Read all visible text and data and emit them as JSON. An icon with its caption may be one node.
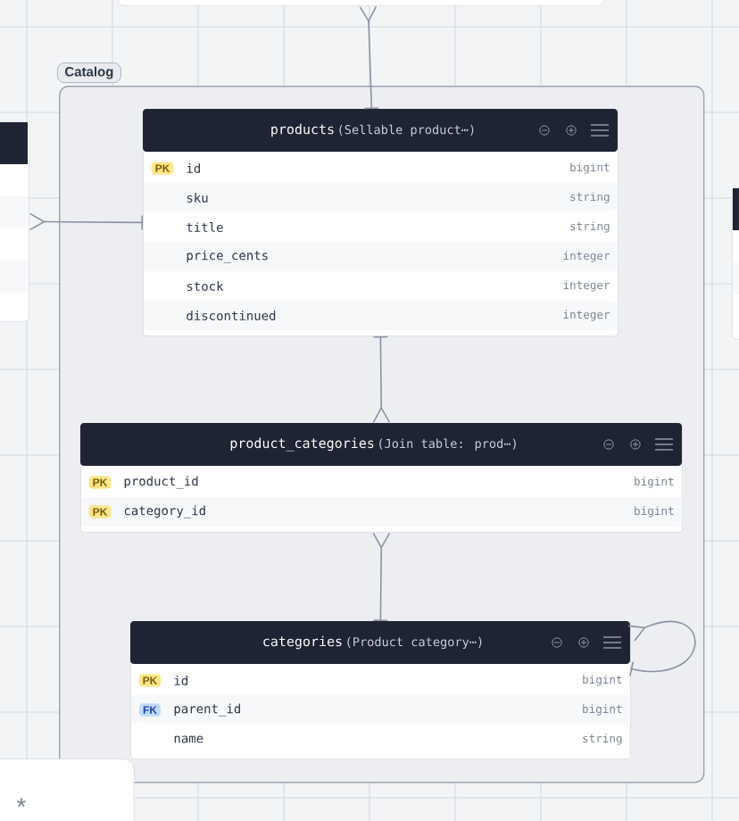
{
  "diagram": {
    "nodes": [
      {
        "text": [
          "Catalog"
        ]
      },
      {
        "text": [],
        "shape": "box"
      },
      {
        "text": [],
        "shape": "box"
      },
      {
        "text": [
          "products",
          "(Sellable product⋯)",
          "PK",
          "id",
          "bigint",
          "sku",
          "string",
          "title",
          "string",
          "price_cents",
          "integer",
          "stock",
          "integer",
          "discontinued",
          "integer"
        ],
        "in": 0
      },
      {
        "text": [
          "product_categories",
          "(Join table: prod⋯)",
          "PK",
          "product_id",
          "bigint",
          "PK",
          "category_id",
          "bigint"
        ],
        "in": 0
      },
      {
        "text": [
          "categories",
          "(Product category⋯)",
          "PK",
          "id",
          "bigint",
          "FK",
          "parent_id",
          "bigint",
          "name",
          "string"
        ],
        "in": 0
      },
      {
        "text": [],
        "shape": "box"
      },
      {
        "text": [
          "*"
        ]
      }
    ],
    "edges": [
      {
        "from": 1,
        "to": 3,
        "arrow": "other"
      },
      {
        "from": 2,
        "to": 3,
        "arrow": "other"
      },
      {
        "from": 4,
        "to": 3,
        "arrow": "other"
      },
      {
        "from": 4,
        "to": 5,
        "arrow": "other"
      },
      {
        "from": 5,
        "to": 5,
        "arrow": "other"
      }
    ]
  }
}
